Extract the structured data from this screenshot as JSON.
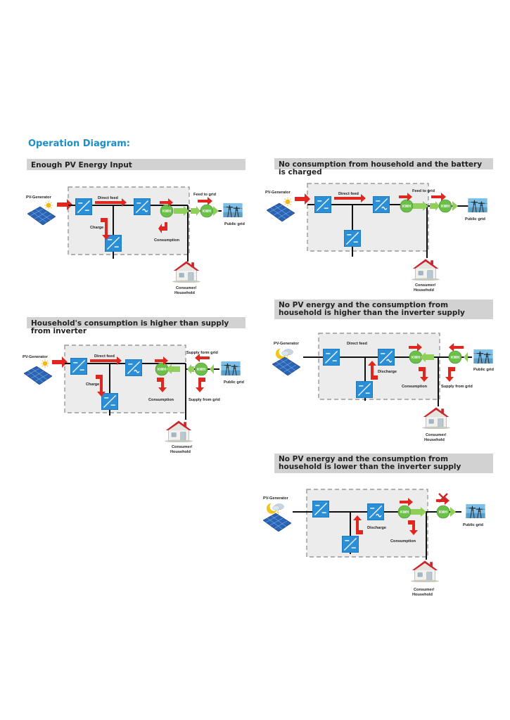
{
  "page": {
    "heading": "Operation Diagram:"
  },
  "diagrams": [
    {
      "title": "Enough PV Energy Input",
      "labels": {
        "pv": "PV-Generator",
        "direct": "Direct feed",
        "charge": "Charge",
        "feed": "Feed to grid",
        "consumption": "Consumption",
        "grid": "Public grid",
        "consumer1": "Consumer/",
        "consumer2": "Household",
        "kwh1": "KWH",
        "kwh2": "KWH"
      }
    },
    {
      "title": "No consumption from household and the battery is charged",
      "labels": {
        "pv": "PV-Generator",
        "direct": "Direct feed",
        "feed": "Feed to grid",
        "grid": "Public grid",
        "consumer1": "Consumer/",
        "consumer2": "Household",
        "kwh1": "KWH",
        "kwh2": "KWH"
      }
    },
    {
      "title": "Household's consumption is higher than supply from inverter",
      "labels": {
        "pv": "PV-Generator",
        "direct": "Direct feed",
        "charge": "Charge",
        "supply_top": "Supply form grid",
        "consumption": "Consumption",
        "supply_bottom": "Supply from grid",
        "grid": "Public grid",
        "consumer1": "Consumer/",
        "consumer2": "Household",
        "kwh1": "KWH",
        "kwh2": "KWH"
      }
    },
    {
      "title": "No PV energy and the consumption from household is higher than the inverter supply",
      "labels": {
        "pv": "PV-Generator",
        "direct": "Direct feed",
        "discharge": "Discharge",
        "consumption": "Consumption",
        "supply_bottom": "Supply from grid",
        "grid": "Public grid",
        "consumer1": "Consumer/",
        "consumer2": "Household",
        "kwh1": "KWH",
        "kwh2": "KWH"
      }
    },
    {
      "title": "No PV energy and the consumption from household is lower than the inverter supply",
      "labels": {
        "pv": "PV-Generator",
        "discharge": "Discharge",
        "consumption": "Consumption",
        "grid": "Public grid",
        "consumer1": "Consumer/",
        "consumer2": "Household",
        "kwh1": "KWH",
        "kwh2": "KWH"
      }
    }
  ]
}
